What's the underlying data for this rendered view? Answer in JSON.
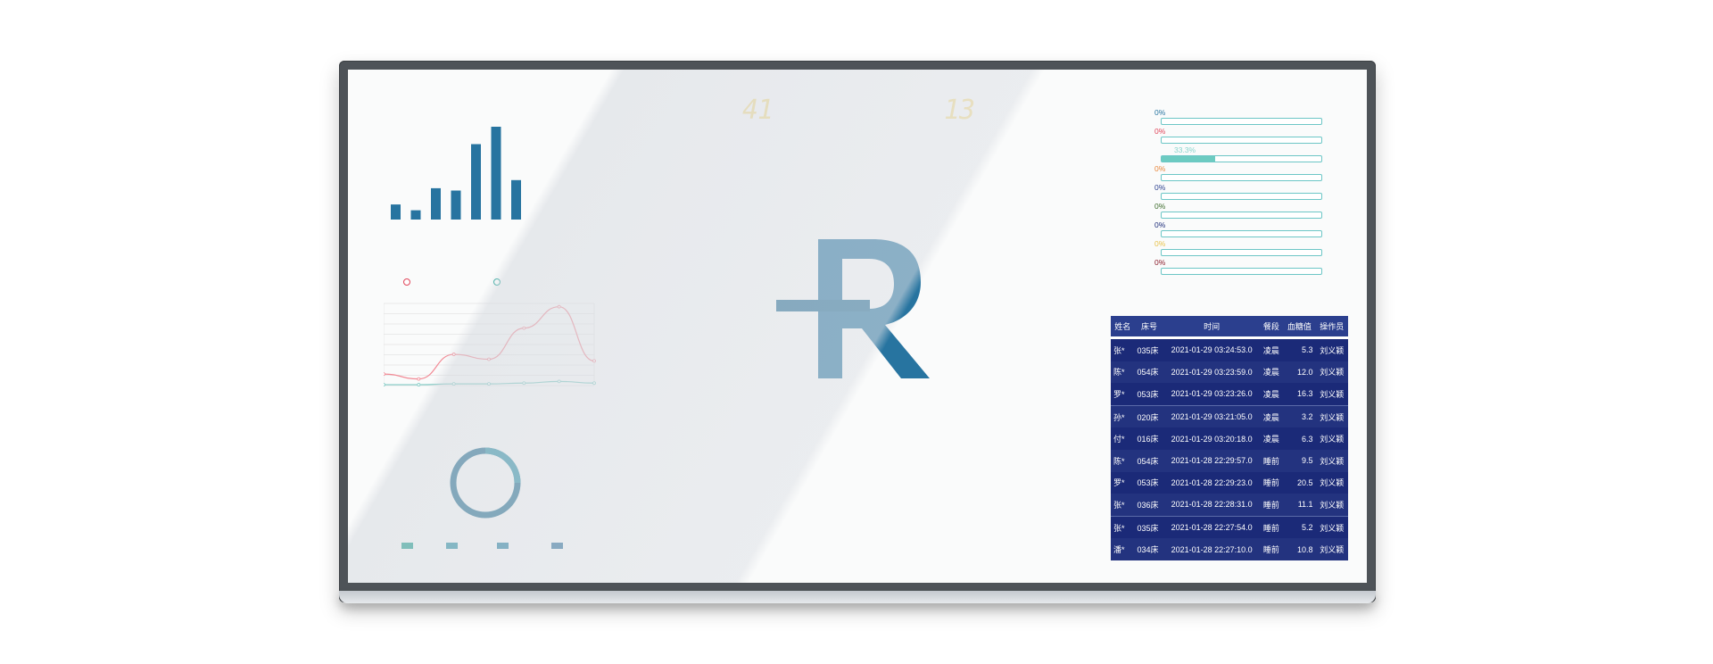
{
  "counters": {
    "left": "41",
    "right": "13"
  },
  "colors": {
    "primary": "#2774a0",
    "line_red": "#f28b96",
    "line_teal": "#80cbc4",
    "digit": "#f3d980",
    "table_header": "#2b3f8e",
    "table_row": "#1b2a78"
  },
  "chart_data": [
    {
      "type": "bar",
      "values": [
        13,
        8,
        27,
        25,
        65,
        80,
        34
      ],
      "grid": false
    },
    {
      "type": "line",
      "x": [
        1,
        2,
        3,
        4,
        5,
        6,
        7
      ],
      "series": [
        {
          "values": [
            14,
            8,
            38,
            32,
            70,
            96,
            30
          ],
          "color": "#f28b96"
        },
        {
          "values": [
            1,
            1,
            2,
            2,
            3,
            5,
            3
          ],
          "color": "#80cbc4"
        }
      ],
      "grid": true
    },
    {
      "type": "pie",
      "values": [
        1
      ],
      "colors": [
        "#1e6b8e"
      ]
    }
  ],
  "progress": [
    {
      "label": "0%",
      "value": 0,
      "color": "#2774a0"
    },
    {
      "label": "0%",
      "value": 0,
      "color": "#e0455a"
    },
    {
      "label": "33.3%",
      "value": 0.333,
      "color": "#6ccbc1"
    },
    {
      "label": "0%",
      "value": 0,
      "color": "#e8863a"
    },
    {
      "label": "0%",
      "value": 0,
      "color": "#2b3f8e"
    },
    {
      "label": "0%",
      "value": 0,
      "color": "#3c6b2b"
    },
    {
      "label": "0%",
      "value": 0,
      "color": "#1b2a78"
    },
    {
      "label": "0%",
      "value": 0,
      "color": "#e8c24a"
    },
    {
      "label": "0%",
      "value": 0,
      "color": "#8a1c2b"
    }
  ],
  "table": {
    "headers": [
      "姓名",
      "床号",
      "时间",
      "餐段",
      "血糖值",
      "操作员"
    ],
    "rows": [
      [
        "张*",
        "035床",
        "2021-01-29 03:24:53.0",
        "凌晨",
        "5.3",
        "刘义颖"
      ],
      [
        "陈*",
        "054床",
        "2021-01-29 03:23:59.0",
        "凌晨",
        "12.0",
        "刘义颖"
      ],
      [
        "罗*",
        "053床",
        "2021-01-29 03:23:26.0",
        "凌晨",
        "16.3",
        "刘义颖"
      ],
      [
        "孙*",
        "020床",
        "2021-01-29 03:21:05.0",
        "凌晨",
        "3.2",
        "刘义颖"
      ],
      [
        "付*",
        "016床",
        "2021-01-29 03:20:18.0",
        "凌晨",
        "6.3",
        "刘义颖"
      ],
      [
        "陈*",
        "054床",
        "2021-01-28 22:29:57.0",
        "睡前",
        "9.5",
        "刘义颖"
      ],
      [
        "罗*",
        "053床",
        "2021-01-28 22:29:23.0",
        "睡前",
        "20.5",
        "刘义颖"
      ],
      [
        "张*",
        "036床",
        "2021-01-28 22:28:31.0",
        "睡前",
        "11.1",
        "刘义颖"
      ],
      [
        "张*",
        "035床",
        "2021-01-28 22:27:54.0",
        "睡前",
        "5.2",
        "刘义颖"
      ],
      [
        "潘*",
        "034床",
        "2021-01-28 22:27:10.0",
        "睡前",
        "10.8",
        "刘义颖"
      ]
    ]
  }
}
